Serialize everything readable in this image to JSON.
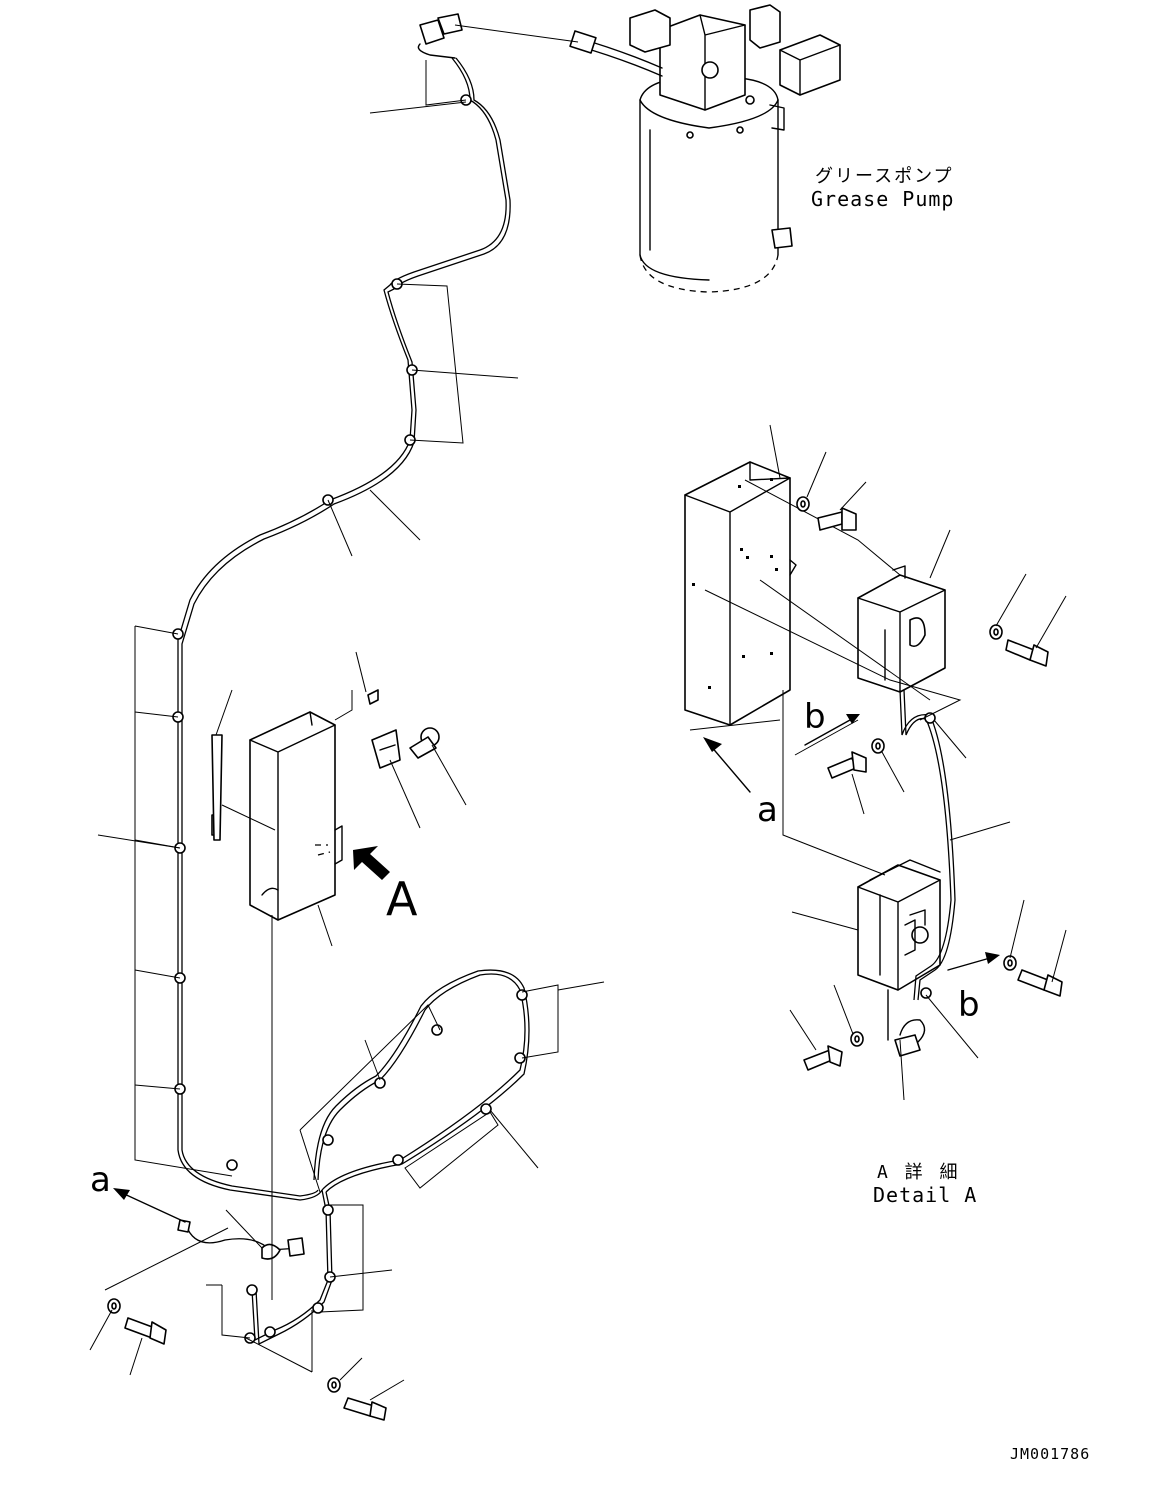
{
  "labels": {
    "grease_pump_jp": "グリースポンプ",
    "grease_pump_en": "Grease Pump",
    "view_a": "A",
    "detail_jp": "A 詳 細",
    "detail_en": "Detail A",
    "ref_a_left": "a",
    "ref_a_right": "a",
    "ref_b_top": "b",
    "ref_b_bottom": "b",
    "drawing_no": "JM001786"
  }
}
